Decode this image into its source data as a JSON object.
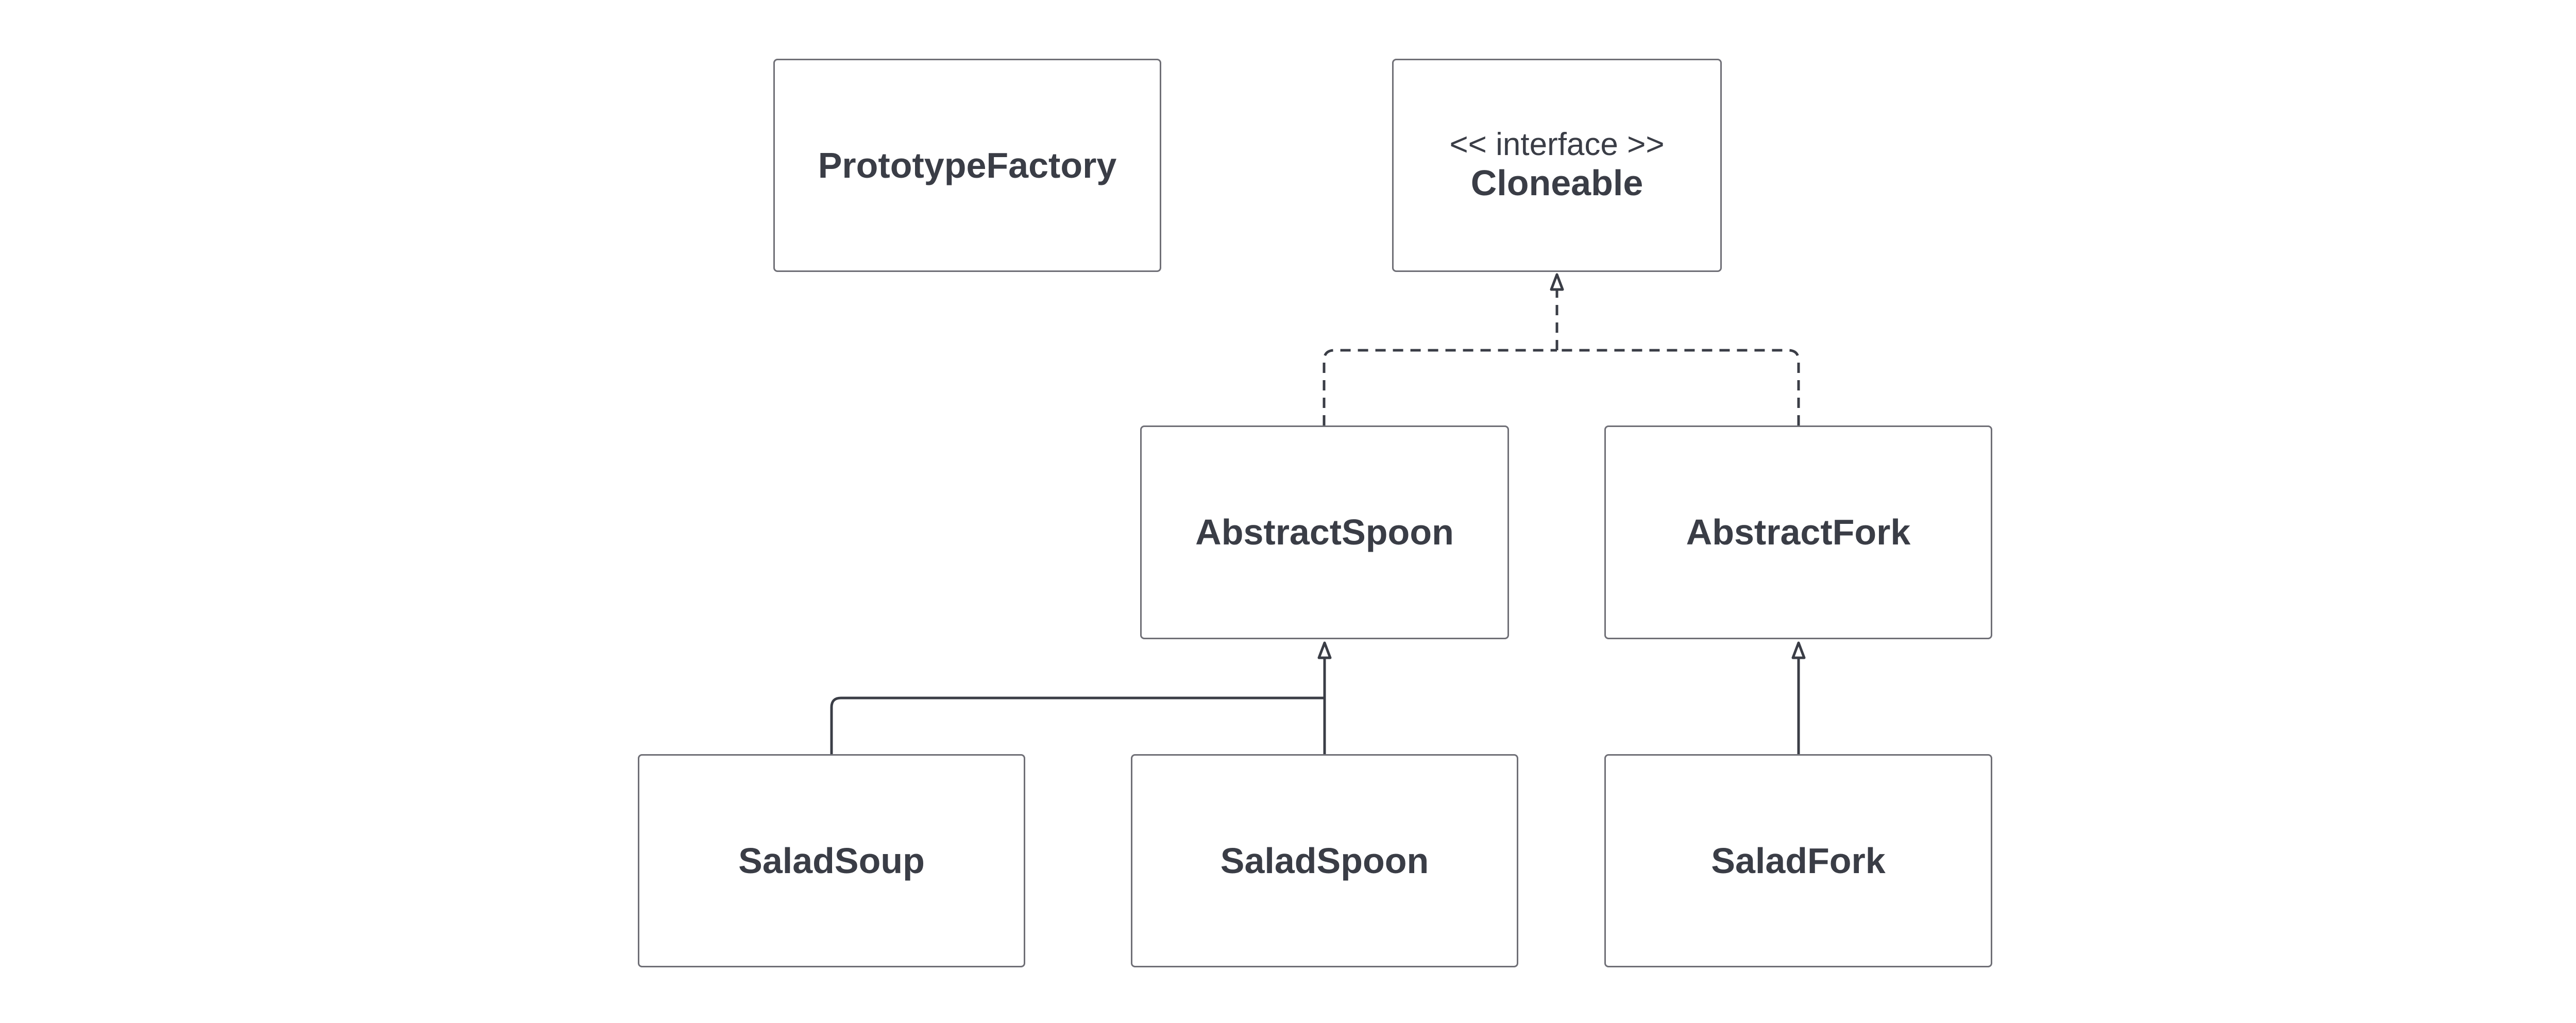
{
  "diagram": {
    "colors": {
      "line": "#3a3d46",
      "border": "#6f6f76",
      "text": "#3a3d46",
      "background": "#ffffff"
    },
    "classes": {
      "prototype_factory": {
        "name": "PrototypeFactory"
      },
      "cloneable": {
        "stereotype": "<< interface >>",
        "name": "Cloneable"
      },
      "abstract_spoon": {
        "name": "AbstractSpoon"
      },
      "abstract_fork": {
        "name": "AbstractFork"
      },
      "salad_soup": {
        "name": "SaladSoup"
      },
      "salad_spoon": {
        "name": "SaladSpoon"
      },
      "salad_fork": {
        "name": "SaladFork"
      }
    },
    "relationships": [
      {
        "from": "AbstractSpoon",
        "to": "Cloneable",
        "type": "realization"
      },
      {
        "from": "AbstractFork",
        "to": "Cloneable",
        "type": "realization"
      },
      {
        "from": "SaladSoup",
        "to": "AbstractSpoon",
        "type": "generalization"
      },
      {
        "from": "SaladSpoon",
        "to": "AbstractSpoon",
        "type": "generalization"
      },
      {
        "from": "SaladFork",
        "to": "AbstractFork",
        "type": "generalization"
      }
    ]
  }
}
